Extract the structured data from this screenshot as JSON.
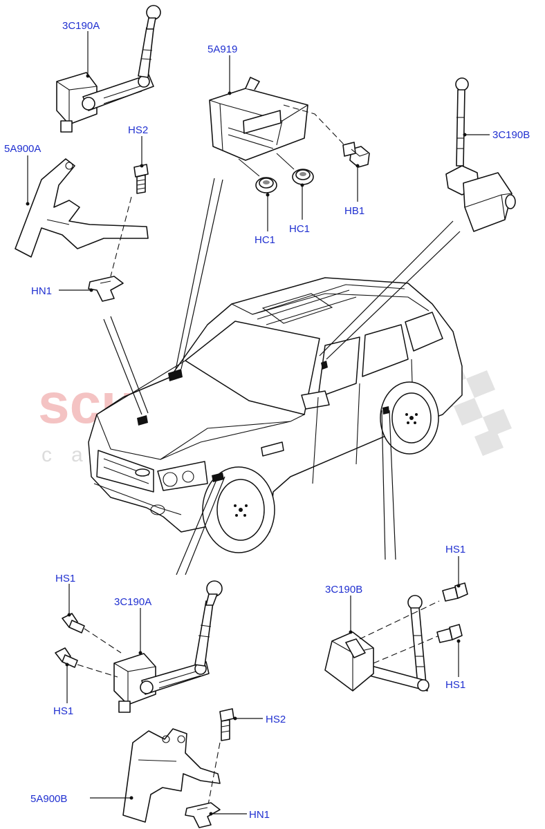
{
  "watermark": {
    "brand": "scuderia",
    "sub": "car parts"
  },
  "callouts": {
    "sensor_front_top": "3C190A",
    "module": "5A919",
    "sensor_rear_top": "3C190B",
    "bracket_front_top": "5A900A",
    "screw_top": "HS2",
    "grommet_left": "HC1",
    "grommet_right": "HC1",
    "bolt_module": "HB1",
    "nut_top": "HN1",
    "screw_bl_upper": "HS1",
    "screw_bl_lower": "HS1",
    "sensor_front_bottom": "3C190A",
    "sensor_rear_bottom": "3C190B",
    "screw_br_upper": "HS1",
    "screw_br_lower": "HS1",
    "screw_bottom": "HS2",
    "bracket_front_bottom": "5A900B",
    "nut_bottom": "HN1"
  },
  "colors": {
    "label": "#1f2fd0",
    "line": "#111111",
    "watermark": "#f4c3c3"
  }
}
